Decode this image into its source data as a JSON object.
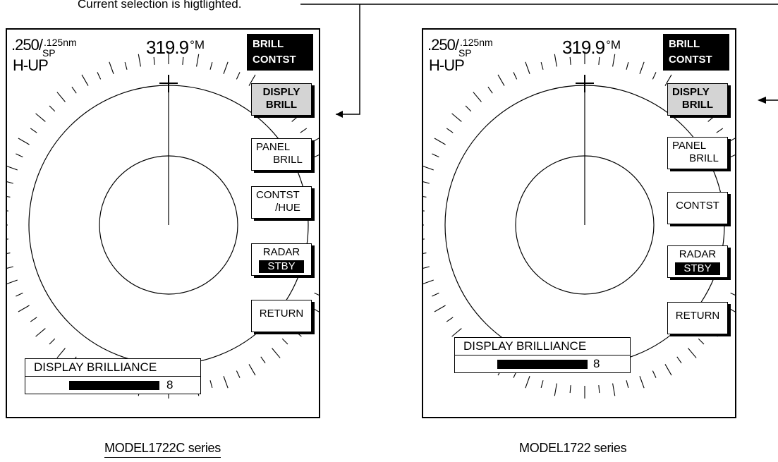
{
  "callout": "Current selection is higtlighted.",
  "panels": [
    {
      "range": ".250",
      "range_slash": "/",
      "range_sup": ".125nm",
      "range_sub": "SP",
      "mode": "H-UP",
      "heading": "319.9",
      "heading_unit": "°M",
      "menu_title_1": "BRILL",
      "menu_title_2": "CONTST",
      "buttons": {
        "disp_1": "DISPLY",
        "disp_2": "BRILL",
        "panel_1": "PANEL",
        "panel_2": "BRILL",
        "contst_1": "CONTST",
        "contst_2": "/HUE",
        "radar_1": "RADAR",
        "radar_2": "STBY",
        "return": "RETURN"
      },
      "status_label": "DISPLAY BRILLIANCE",
      "status_value": "8",
      "model": "MODEL1722C series"
    },
    {
      "range": ".250",
      "range_slash": "/",
      "range_sup": ".125nm",
      "range_sub": "SP",
      "mode": "H-UP",
      "heading": "319.9",
      "heading_unit": "°M",
      "menu_title_1": "BRILL",
      "menu_title_2": "CONTST",
      "buttons": {
        "disp_1": "DISPLY",
        "disp_2": "BRILL",
        "panel_1": "PANEL",
        "panel_2": "BRILL",
        "contst_1": "CONTST",
        "radar_1": "RADAR",
        "radar_2": "STBY",
        "return": "RETURN"
      },
      "status_label": "DISPLAY BRILLIANCE",
      "status_value": "8",
      "model": "MODEL1722 series"
    }
  ]
}
